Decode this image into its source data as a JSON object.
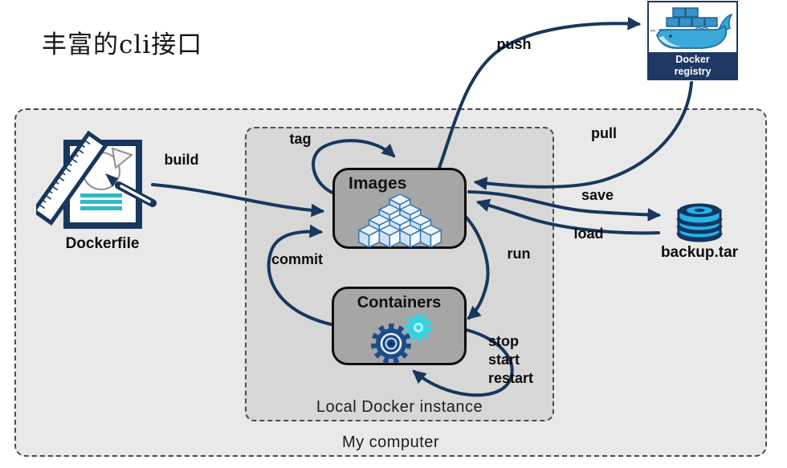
{
  "title": "丰富的cli接口",
  "groups": {
    "local_docker_instance": "Local Docker instance",
    "my_computer": "My computer"
  },
  "nodes": {
    "dockerfile": {
      "label": "Dockerfile"
    },
    "images": {
      "label": "Images"
    },
    "containers": {
      "label": "Containers"
    },
    "registry": {
      "line1": "Docker",
      "line2": "registry"
    },
    "backup": {
      "label": "backup.tar"
    }
  },
  "commands": {
    "build": "build",
    "tag": "tag",
    "push": "push",
    "pull": "pull",
    "save": "save",
    "load": "load",
    "commit": "commit",
    "run": "run",
    "stop": "stop",
    "start": "start",
    "restart": "restart"
  },
  "colors": {
    "arrow-navy": "#17375e",
    "registry-navy": "#1f3864",
    "whale-blue": "#3aa8d9",
    "gear-blue": "#1b4c8c",
    "gear-cyan": "#2fd5e6",
    "teal": "#2fbac4",
    "cube-fill": "#d9e9f8",
    "cube-stroke": "#2e75b6",
    "node-gray": "#a6a6a6",
    "outer-gray": "#e9e9e9",
    "inner-gray": "#d7d7d7"
  }
}
